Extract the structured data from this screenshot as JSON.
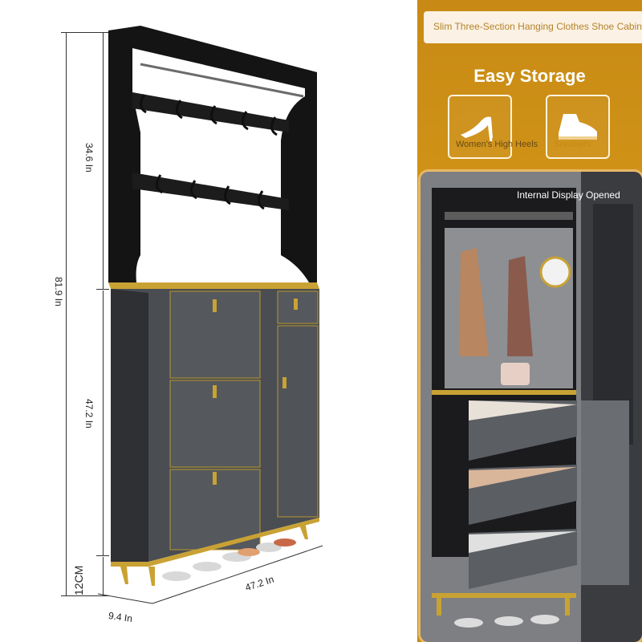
{
  "dimensions": {
    "upper_height": "34.6 In",
    "total_height": "81.9 In",
    "cabinet_height": "47.2 In",
    "leg_height": "12CM",
    "width": "47.2 In",
    "depth": "9.4 In"
  },
  "banner": {
    "title": "Slim Three-Section Hanging Clothes Shoe Cabinet",
    "heading": "Easy Storage",
    "features": [
      {
        "label": "Women's High Heels",
        "icon": "high-heel-icon"
      },
      {
        "label": "Sneakers",
        "icon": "sneaker-icon"
      }
    ],
    "photo_caption": "Internal Display Opened"
  },
  "colors": {
    "panel_gold": "#d39618",
    "cabinet_black": "#1a1a1a",
    "cabinet_grey": "#4a4d52",
    "trim_gold": "#c9a234"
  }
}
